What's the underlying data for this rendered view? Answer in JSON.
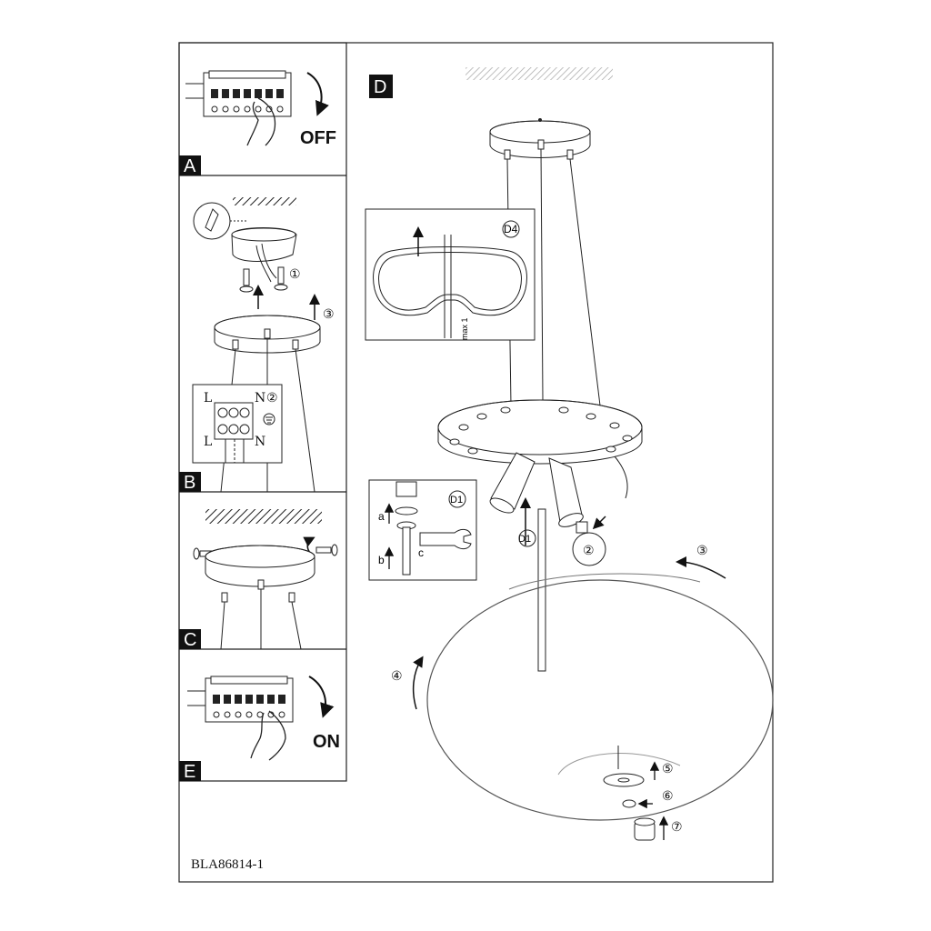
{
  "document": {
    "code": "BLA86814-1"
  },
  "panels": {
    "a": {
      "letter": "A",
      "switch": "OFF"
    },
    "b": {
      "letter": "B",
      "step1": "①",
      "step2": "②",
      "step3": "③",
      "terminal_top_l": "L",
      "terminal_top_n": "N",
      "terminal_bottom_l": "L",
      "terminal_bottom_n": "N"
    },
    "c": {
      "letter": "C"
    },
    "d": {
      "letter": "D",
      "detail_d4": "D4",
      "detail_d1": "D1",
      "callout_d1": "D1",
      "d1_a": "a",
      "d1_b": "b",
      "d1_c": "c",
      "step2": "②",
      "step3": "③",
      "step4": "④",
      "step5": "⑤",
      "step6": "⑥",
      "step7": "⑦",
      "dim_label": "max 1"
    },
    "e": {
      "letter": "E",
      "switch": "ON"
    }
  },
  "icons": [
    "breaker-switch-icon",
    "hand-icon",
    "curved-arrow-icon",
    "hatch-ceiling-icon",
    "screw-icon",
    "wall-plug-icon",
    "ground-symbol-icon",
    "wrench-icon",
    "bulb-icon"
  ]
}
